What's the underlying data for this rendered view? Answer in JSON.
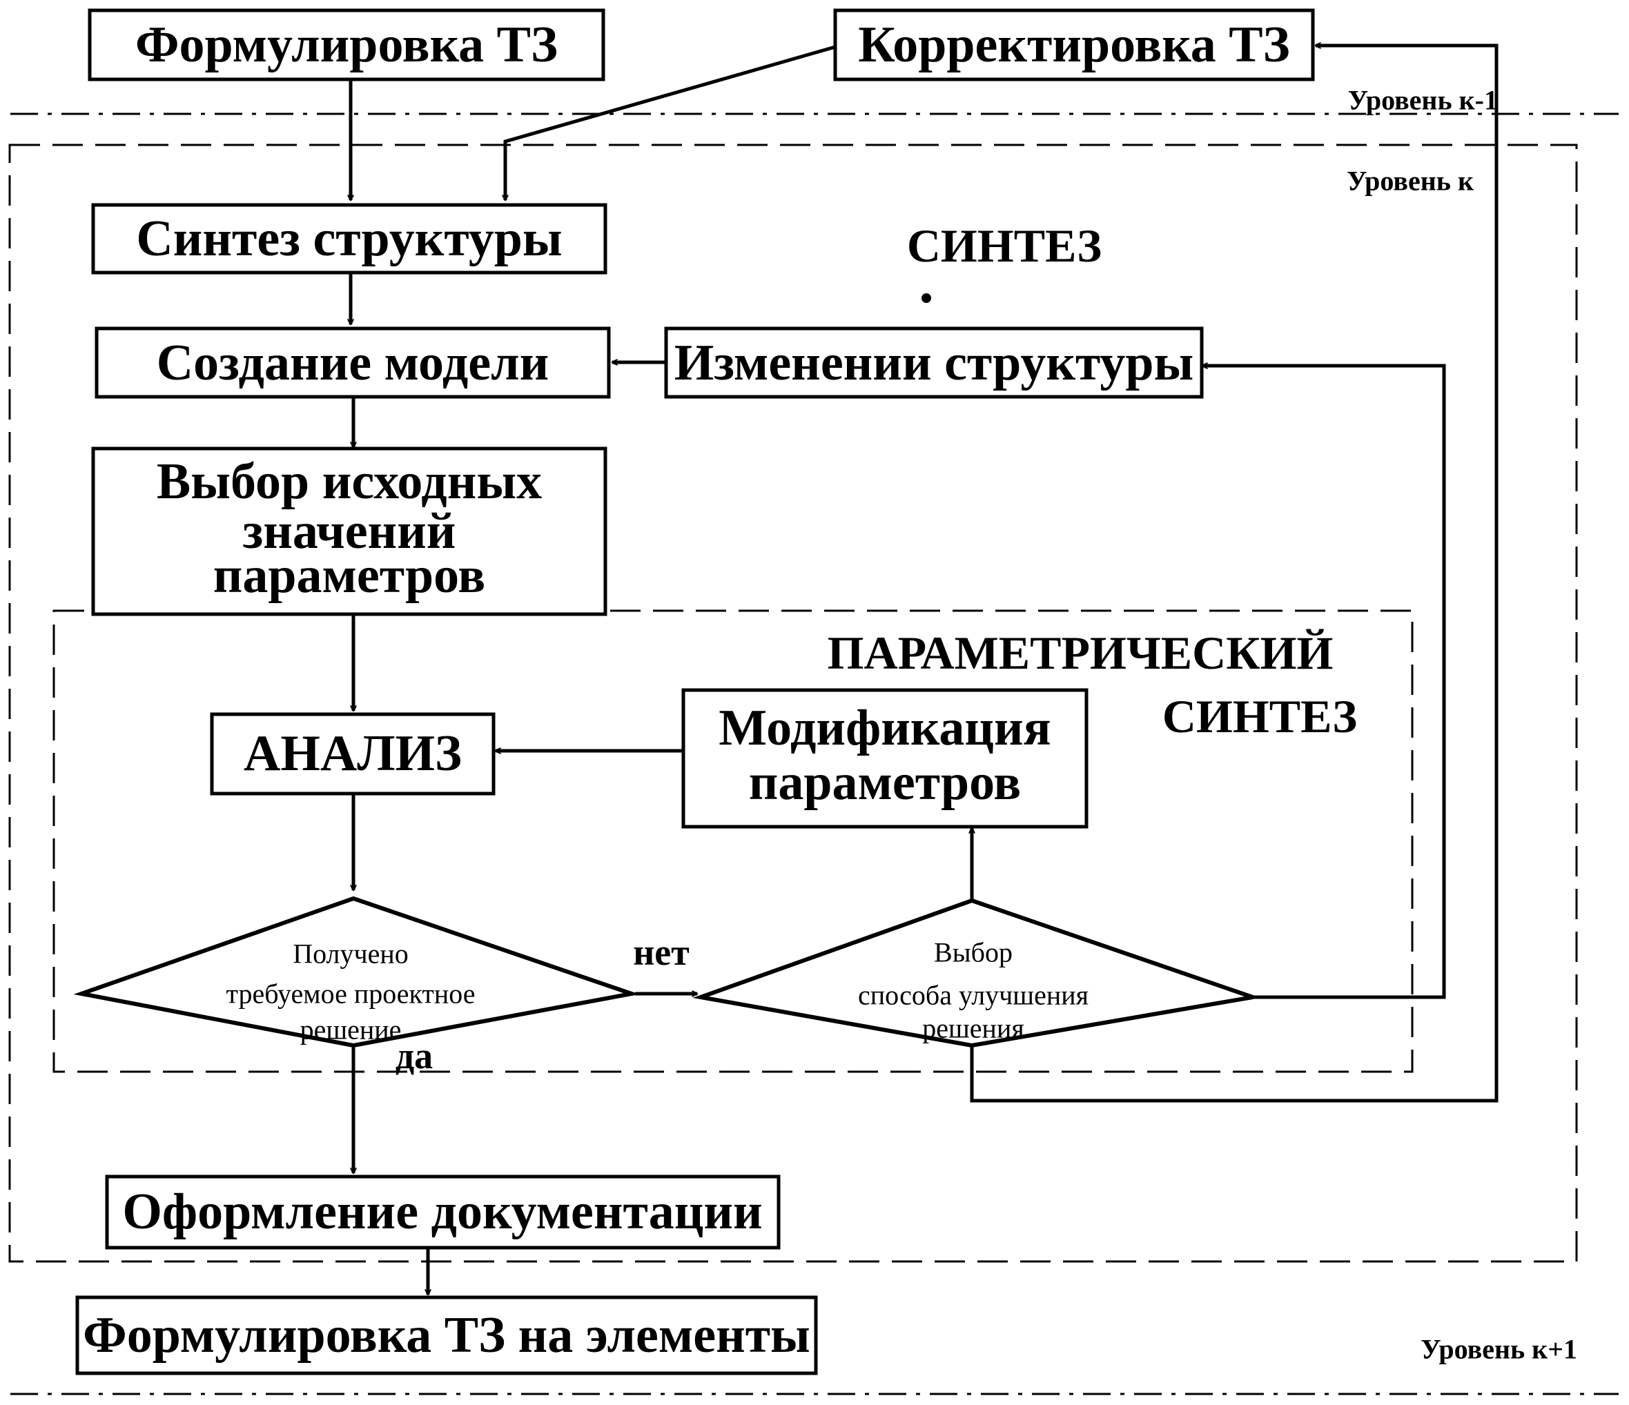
{
  "nodes": {
    "formulation_tz": "Формулировка ТЗ",
    "correction_tz": "Корректировка ТЗ",
    "structure_synthesis": "Синтез структуры",
    "model_creation": "Создание модели",
    "structure_change": "Изменении структуры",
    "initial_params": [
      "Выбор исходных",
      "значений",
      "параметров"
    ],
    "analysis": "АНАЛИЗ",
    "param_modification": [
      "Модификация",
      "параметров"
    ],
    "decision_result": [
      "Получено",
      "требуемое проектное",
      "решение"
    ],
    "decision_improve": [
      "Выбор",
      "способа улучшения",
      "решения"
    ],
    "documentation": "Оформление документации",
    "formulation_elements": "Формулировка ТЗ на элементы"
  },
  "regions": {
    "synthesis": "СИНТЕЗ",
    "parametric_synthesis": [
      "ПАРАМЕТРИЧЕСКИЙ",
      "СИНТЕЗ"
    ]
  },
  "levels": {
    "k_minus_1": "Уровень к-1",
    "k": "Уровень к",
    "k_plus_1": "Уровень к+1"
  },
  "edges": {
    "no": "нет",
    "yes": "да"
  }
}
